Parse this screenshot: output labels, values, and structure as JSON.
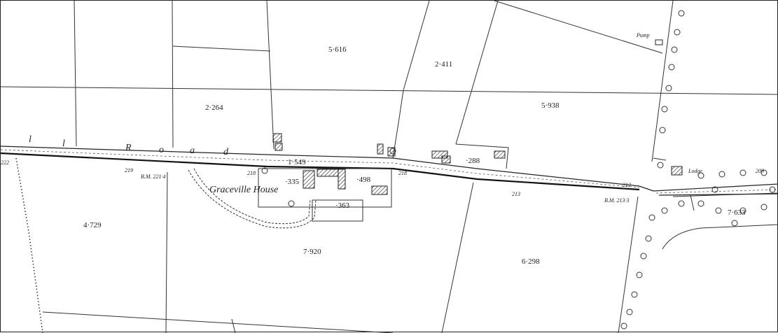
{
  "map": {
    "house_name": "Graceville House",
    "road_letters": [
      "l",
      "l",
      "R",
      "o",
      "a",
      "d"
    ],
    "pump": "Pump",
    "lodge": "Lodge",
    "bench_marks": {
      "bm_west": "B.M. 221·4",
      "bm_east": "B.M. 213·3"
    },
    "spot_heights": {
      "h222": "222",
      "h219": "219",
      "h218a": "218",
      "h218b": "218",
      "h213": "213",
      "h212": "212",
      "h209": "209"
    },
    "areas": {
      "a5616": "5·616",
      "a2411": "2·411",
      "a2264": "2·264",
      "a5938": "5·938",
      "a1549": "1·549",
      "a288": "·288",
      "a335": "·335",
      "a498": "·498",
      "a363": "·363",
      "a4729": "4·729",
      "a7920": "7·920",
      "a6298": "6·298",
      "a7633": "7·633"
    }
  }
}
